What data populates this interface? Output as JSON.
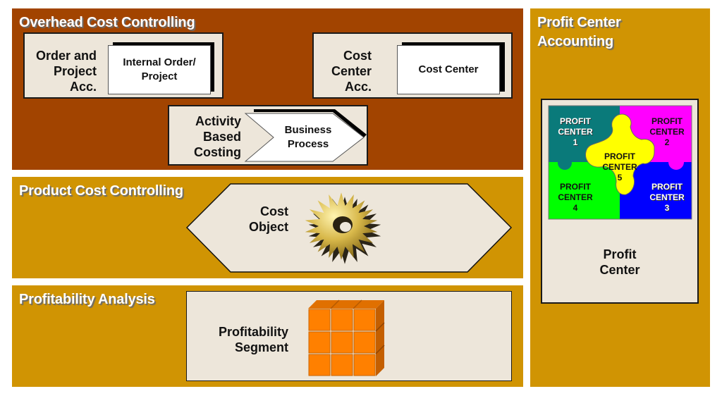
{
  "overhead": {
    "title": "Overhead Cost Controlling",
    "order": {
      "label_line1": "Order and",
      "label_line2": "Project",
      "label_line3": "Acc.",
      "card_line1": "Internal Order/",
      "card_line2": "Project"
    },
    "cost_center": {
      "label_line1": "Cost",
      "label_line2": "Center",
      "label_line3": "Acc.",
      "card": "Cost Center"
    },
    "abc": {
      "label_line1": "Activity",
      "label_line2": "Based",
      "label_line3": "Costing",
      "card_line1": "Business",
      "card_line2": "Process"
    }
  },
  "product": {
    "title": "Product Cost Controlling",
    "label_line1": "Cost",
    "label_line2": "Object",
    "icon": "gear-icon"
  },
  "profitability": {
    "title": "Profitability Analysis",
    "label_line1": "Profitability",
    "label_line2": "Segment",
    "icon": "cube-icon"
  },
  "pca": {
    "title_line1": "Profit Center",
    "title_line2": "Accounting",
    "label_line1": "Profit",
    "label_line2": "Center",
    "puzzle": [
      {
        "word1": "PROFIT",
        "word2": "CENTER",
        "num": "1",
        "color": "#0a7a7a",
        "text_color": "#ffffff"
      },
      {
        "word1": "PROFIT",
        "word2": "CENTER",
        "num": "2",
        "color": "#ff00ff",
        "text_color": "#111111"
      },
      {
        "word1": "PROFIT",
        "word2": "CENTER",
        "num": "3",
        "color": "#0000ff",
        "text_color": "#ffffff"
      },
      {
        "word1": "PROFIT",
        "word2": "CENTER",
        "num": "4",
        "color": "#00ff00",
        "text_color": "#111111"
      },
      {
        "word1": "PROFIT",
        "word2": "CENTER",
        "num": "5",
        "color": "#ffff00",
        "text_color": "#111111"
      }
    ]
  },
  "colors": {
    "overhead_bg": "#a24400",
    "gold_bg": "#d09403",
    "box_bg": "#ede6da",
    "cube_orange": "#ff8000"
  }
}
